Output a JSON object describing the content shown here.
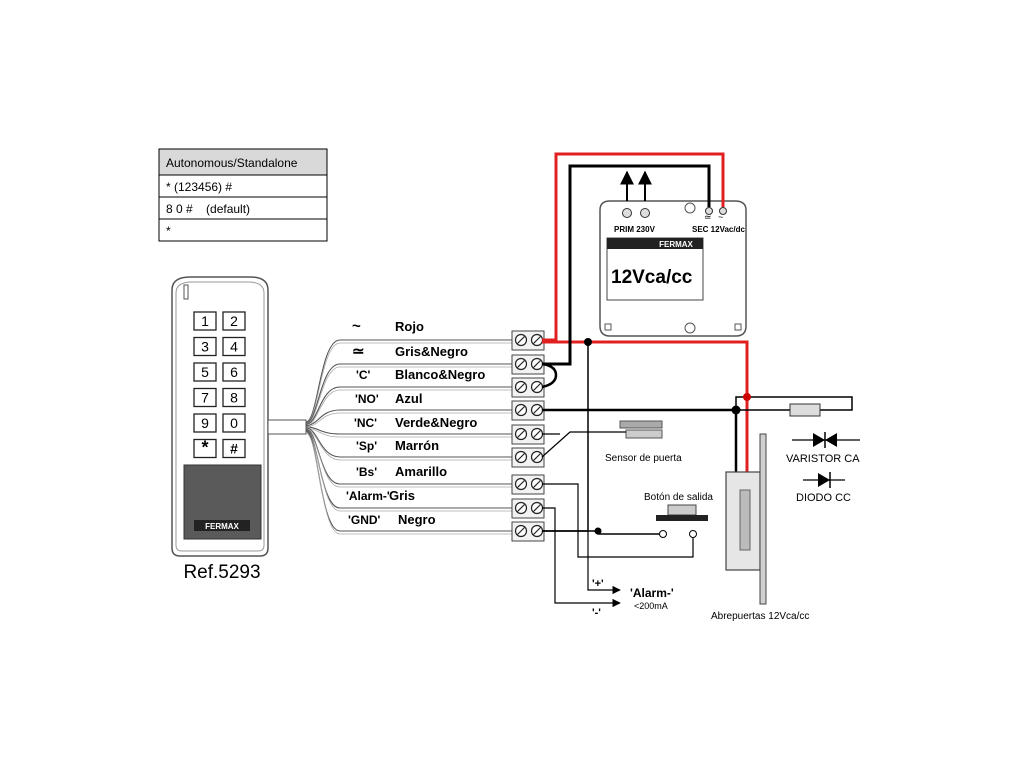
{
  "table": {
    "header": "Autonomous/Standalone",
    "rows": [
      "* (123456) #",
      "8 0 #    (default)",
      "*"
    ]
  },
  "keypad": {
    "keys": [
      "1",
      "2",
      "3",
      "4",
      "5",
      "6",
      "7",
      "8",
      "9",
      "0",
      "*",
      "#"
    ],
    "brand": "FERMAX",
    "ref": "Ref.5293"
  },
  "wires": [
    {
      "code": "~",
      "name": "Rojo"
    },
    {
      "code": "≃",
      "name": "Gris&Negro"
    },
    {
      "code": "'C'",
      "name": "Blanco&Negro"
    },
    {
      "code": "'NO'",
      "name": "Azul"
    },
    {
      "code": "'NC'",
      "name": "Verde&Negro"
    },
    {
      "code": "'Sp'",
      "name": "Marrón"
    },
    {
      "code": "'Bs'",
      "name": "Amarillo"
    },
    {
      "code": "'Alarm-'",
      "name": "Gris"
    },
    {
      "code": "'GND'",
      "name": "Negro"
    }
  ],
  "transformer": {
    "prim": "PRIM 230V",
    "sec": "SEC 12Vac/dc",
    "brand": "FERMAX",
    "voltage": "12Vca/cc"
  },
  "labels": {
    "door_sensor": "Sensor de puerta",
    "exit_button": "Botón de salida",
    "door_opener": "Abrepuertas 12Vca/cc",
    "varistor": "VARISTOR CA",
    "diode": "DIODO CC",
    "alarm_plus": "'+'",
    "alarm_minus": "'Alarm-'",
    "alarm_current": "<200mA",
    "minus": "'-'"
  },
  "colors": {
    "power_wire": "#e02020",
    "wire": "#000000",
    "table_header_bg": "#d9d9d9"
  }
}
